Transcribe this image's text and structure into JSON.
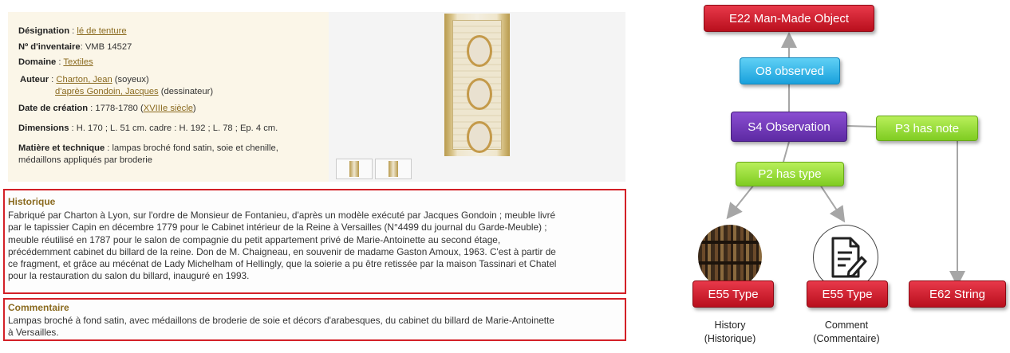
{
  "record": {
    "designation_label": "Désignation",
    "designation_value": "lé de tenture",
    "inventory_label": "Nº d'inventaire",
    "inventory_value": "VMB 14527",
    "domain_label": "Domaine",
    "domain_value": "Textiles",
    "author_label": "Auteur",
    "author1_name": "Charton, Jean",
    "author1_role": "(soyeux)",
    "author2_name": "d'après Gondoin, Jacques",
    "author2_role": "(dessinateur)",
    "date_label": "Date de création",
    "date_value": "1778-1780",
    "date_century": "XVIIIe siècle",
    "dimensions_label": "Dimensions",
    "dimensions_value": "H. 170 ; L. 51 cm. cadre : H. 192 ; L. 78 ; Ep. 4 cm.",
    "material_label": "Matière et technique",
    "material_line1": "lampas broché fond satin, soie et chenille,",
    "material_line2": "médaillons appliqués par broderie"
  },
  "historique": {
    "heading": "Historique",
    "lines": [
      "Fabriqué par Charton à Lyon, sur l'ordre de Monsieur de Fontanieu, d'après un modèle exécuté par Jacques Gondoin ; meuble livré",
      "par le tapissier Capin en décembre 1779 pour le Cabinet intérieur de la Reine à Versailles (N°4499 du journal du Garde-Meuble) ;",
      "meuble réutilisé en 1787 pour le salon de compagnie du petit appartement privé de Marie-Antoinette au second étage,",
      "précédemment cabinet du billard de la reine. Don de M. Chaigneau, en souvenir de madame Gaston Amoux, 1963. C'est à partir de",
      "ce fragment, et grâce au mécénat de Lady Michelham of Hellingly, que la soierie a pu être retissée par la maison Tassinari et Chatel",
      "pour la restauration du salon du billard, inauguré en 1993."
    ]
  },
  "commentaire": {
    "heading": "Commentaire",
    "lines": [
      "Lampas broché à fond satin, avec médaillons de broderie de soie et décors d'arabesques, du cabinet du billard de Marie-Antoinette",
      "à Versailles."
    ]
  },
  "diagram": {
    "e22": "E22 Man-Made Object",
    "o8": "O8 observed",
    "s4": "S4 Observation",
    "p3": "P3 has note",
    "p2": "P2 has type",
    "e55_history": "E55 Type",
    "e55_comment": "E55 Type",
    "e62": "E62 String",
    "caption_history_1": "History",
    "caption_history_2": "(Historique)",
    "caption_comment_1": "Comment",
    "caption_comment_2": "(Commentaire)"
  },
  "colors": {
    "frame_red": "#d32027",
    "link_gold": "#8a6a1f",
    "node_red": "#c8161f",
    "node_blue": "#27aee6",
    "node_purple": "#6a31b5",
    "node_green": "#8fd830",
    "arrow_gray": "#a6a6a6"
  },
  "icons": {
    "history": "books-icon",
    "comment": "document-pen-icon"
  }
}
